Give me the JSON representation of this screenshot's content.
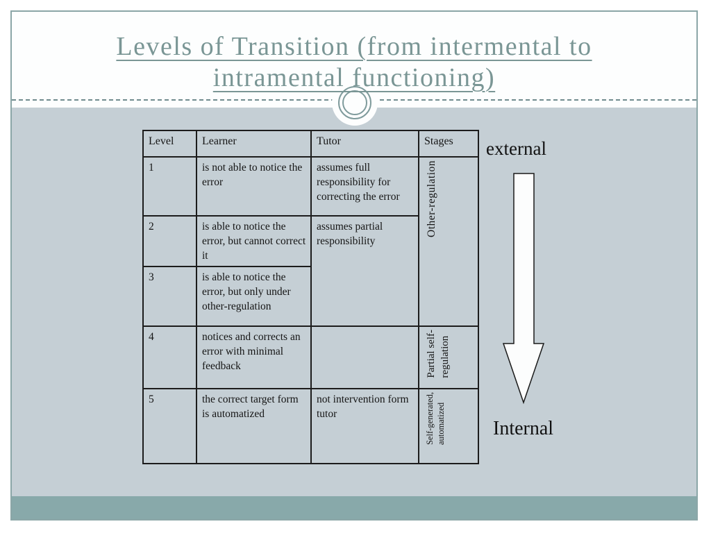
{
  "title": {
    "line1": "Levels of Transition (from intermental to",
    "line2": "intramental functioning)"
  },
  "table": {
    "headers": {
      "level": "Level",
      "learner": "Learner",
      "tutor": "Tutor",
      "stages": "Stages"
    },
    "rows": [
      {
        "level": "1",
        "learner": "is not able to notice the error",
        "tutor": "assumes full responsibility for correcting the error"
      },
      {
        "level": "2",
        "learner": "is able to notice the error, but cannot correct it",
        "tutor": "assumes partial responsibility"
      },
      {
        "level": "3",
        "learner": "is able to notice the error, but only under other-regulation"
      },
      {
        "level": "4",
        "learner": "notices and corrects an error with minimal feedback",
        "tutor": ""
      },
      {
        "level": "5",
        "learner": "the correct target form is automatized",
        "tutor": "not intervention form tutor"
      }
    ],
    "stage_labels": {
      "other_regulation": "Other-regulation",
      "partial_self_regulation": "Partial self-\nregulation",
      "self_generated": "Self-generated,\nautomatized"
    }
  },
  "annotations": {
    "top_label": "external",
    "bottom_label": "Internal"
  },
  "colors": {
    "title_text": "#7a9695",
    "body_background": "#c5cfd5",
    "footer_bar": "#88a9aa",
    "frame_border": "#8ba6a7",
    "table_border": "#1c1c1c",
    "arrow_fill": "#fcfdfd",
    "arrow_outline": "#1a1a1a"
  }
}
